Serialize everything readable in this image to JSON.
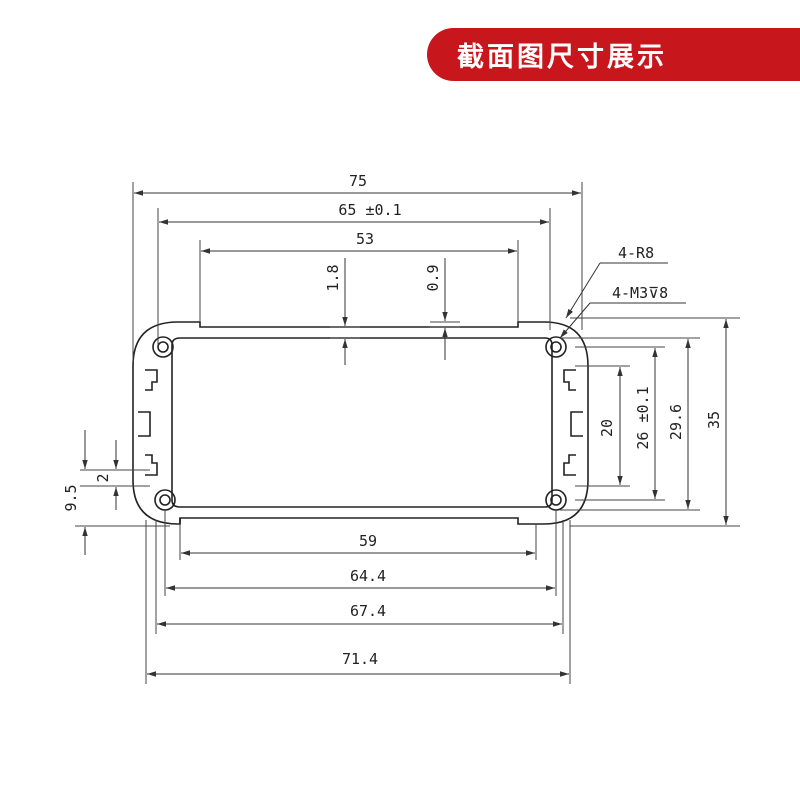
{
  "banner": {
    "title": "截面图尺寸展示"
  },
  "colors": {
    "accent": "#c8161d",
    "line": "#222222",
    "dim": "#444444"
  },
  "dimensions": {
    "top_75": "75",
    "top_65": "65 ±0.1",
    "top_53": "53",
    "v_1_8": "1.8",
    "v_0_9": "0.9",
    "note_r8": "4-R8",
    "note_m3": "4-M3⊽8",
    "right_20": "20",
    "right_26": "26 ±0.1",
    "right_29_6": "29.6",
    "right_35": "35",
    "left_9_5": "9.5",
    "left_2": "2",
    "bottom_59": "59",
    "bottom_64_4": "64.4",
    "bottom_67_4": "67.4",
    "bottom_71_4": "71.4"
  }
}
